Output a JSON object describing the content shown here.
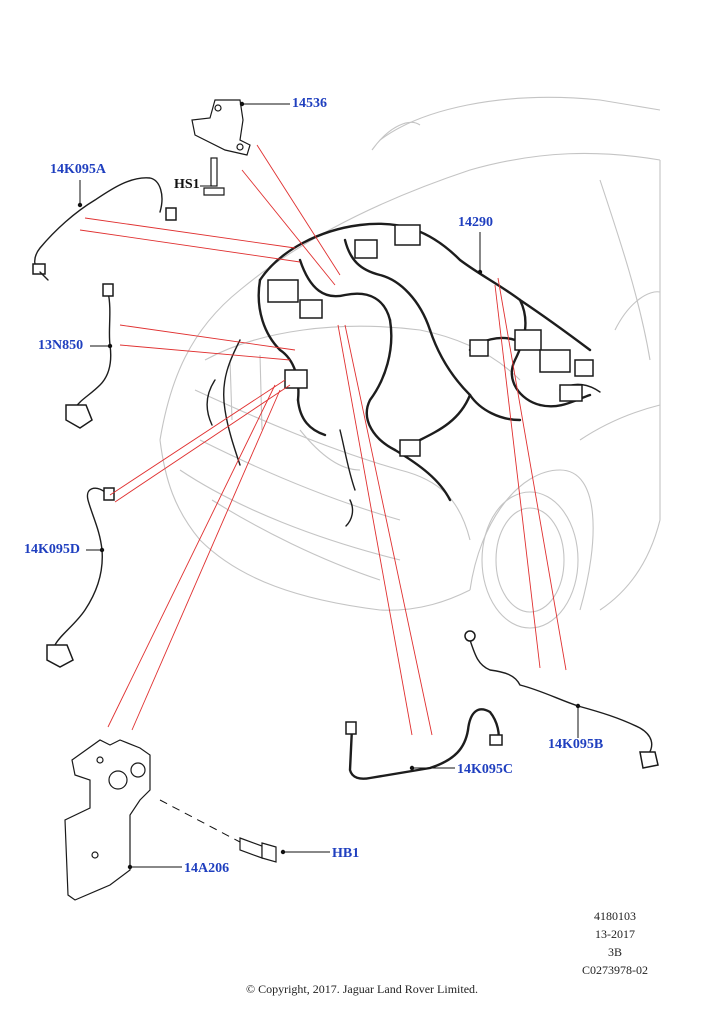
{
  "callouts": {
    "c14536": "14536",
    "cHS1": "HS1",
    "c14K095A": "14K095A",
    "c14290": "14290",
    "c13N850": "13N850",
    "c14K095D": "14K095D",
    "c14K095B": "14K095B",
    "c14K095C": "14K095C",
    "cHB1": "HB1",
    "c14A206": "14A206"
  },
  "reference": {
    "line1": "4180103",
    "line2": "13-2017",
    "line3": "3B",
    "line4": "C0273978-02"
  },
  "copyright": "© Copyright, 2017. Jaguar Land Rover Limited.",
  "colors": {
    "callout_text": "#1f3fbf",
    "leader_red": "#e03030",
    "car_outline": "#c4c4c4"
  }
}
